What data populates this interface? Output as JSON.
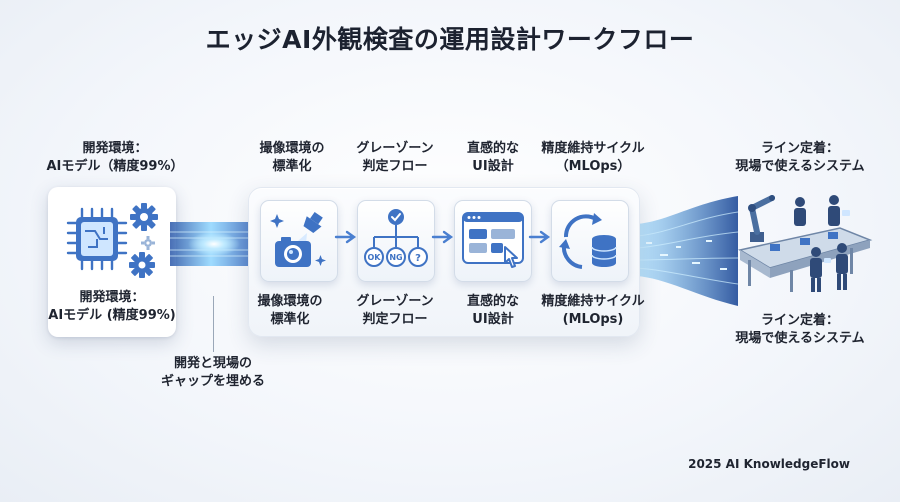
{
  "title": "エッジAI外観検査の運用設計ワークフロー",
  "left": {
    "top_label": "開発環境：\nAIモデル（精度99%）",
    "card_label": "開発環境：\nAIモデル (精度99%)"
  },
  "gap_label": "開発と現場の\nギャップを埋める",
  "steps": [
    {
      "top_label": "撮像環境の\n標準化",
      "bottom_label": "撮像環境の\n標準化",
      "icon": "camera-light-icon"
    },
    {
      "top_label": "グレーゾーン\n判定フロー",
      "bottom_label": "グレーゾーン\n判定フロー",
      "icon": "decision-flow-icon",
      "nodes": [
        "OK",
        "NG",
        "?"
      ]
    },
    {
      "top_label": "直感的な\nUI設計",
      "bottom_label": "直感的な\nUI設計",
      "icon": "ui-touch-icon"
    },
    {
      "top_label": "精度維持サイクル\n（MLOps）",
      "bottom_label": "精度維持サイクル\n(MLOps)",
      "icon": "mlops-cycle-icon"
    }
  ],
  "right": {
    "top_label": "ライン定着：\n現場で使えるシステム",
    "bottom_label": "ライン定着：\n現場で使えるシステム"
  },
  "footer": "2025 AI KnowledgeFlow",
  "colors": {
    "accent": "#4a7fd0",
    "icon_blue": "#3f73c4",
    "glow": "#8fd6ff"
  }
}
